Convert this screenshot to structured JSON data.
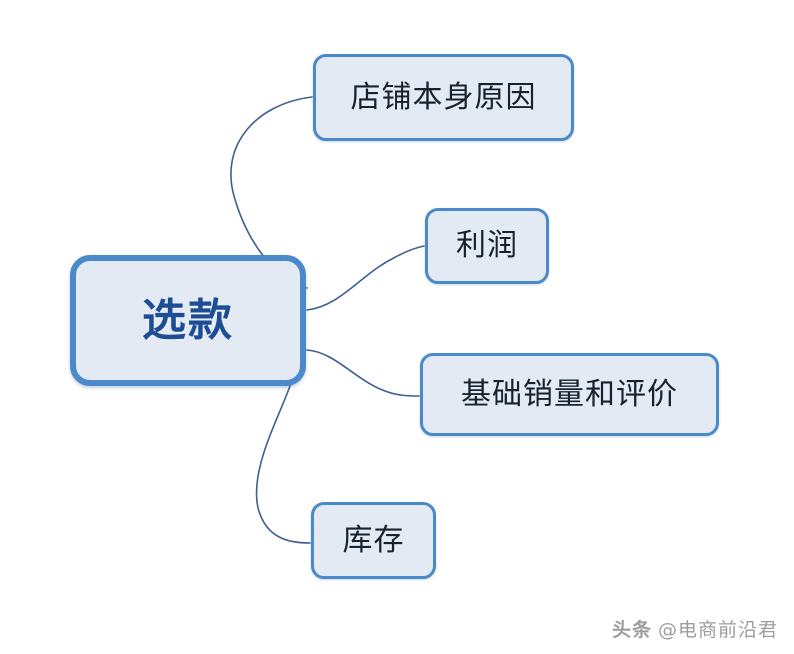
{
  "diagram": {
    "type": "mind-map",
    "background_color": "#ffffff",
    "node_fill_color": "#e3eaf3",
    "node_border_color": "#4a89ca",
    "connector_color": "#3f5f92",
    "central_text_color": "#1d4d94",
    "child_text_color": "#16222f",
    "root": {
      "label": "选款"
    },
    "branches": [
      {
        "label": "店铺本身原因"
      },
      {
        "label": "利润"
      },
      {
        "label": "基础销量和评价"
      },
      {
        "label": "库存"
      }
    ]
  },
  "watermark": {
    "brand": "头条",
    "handle": "@电商前沿君"
  }
}
